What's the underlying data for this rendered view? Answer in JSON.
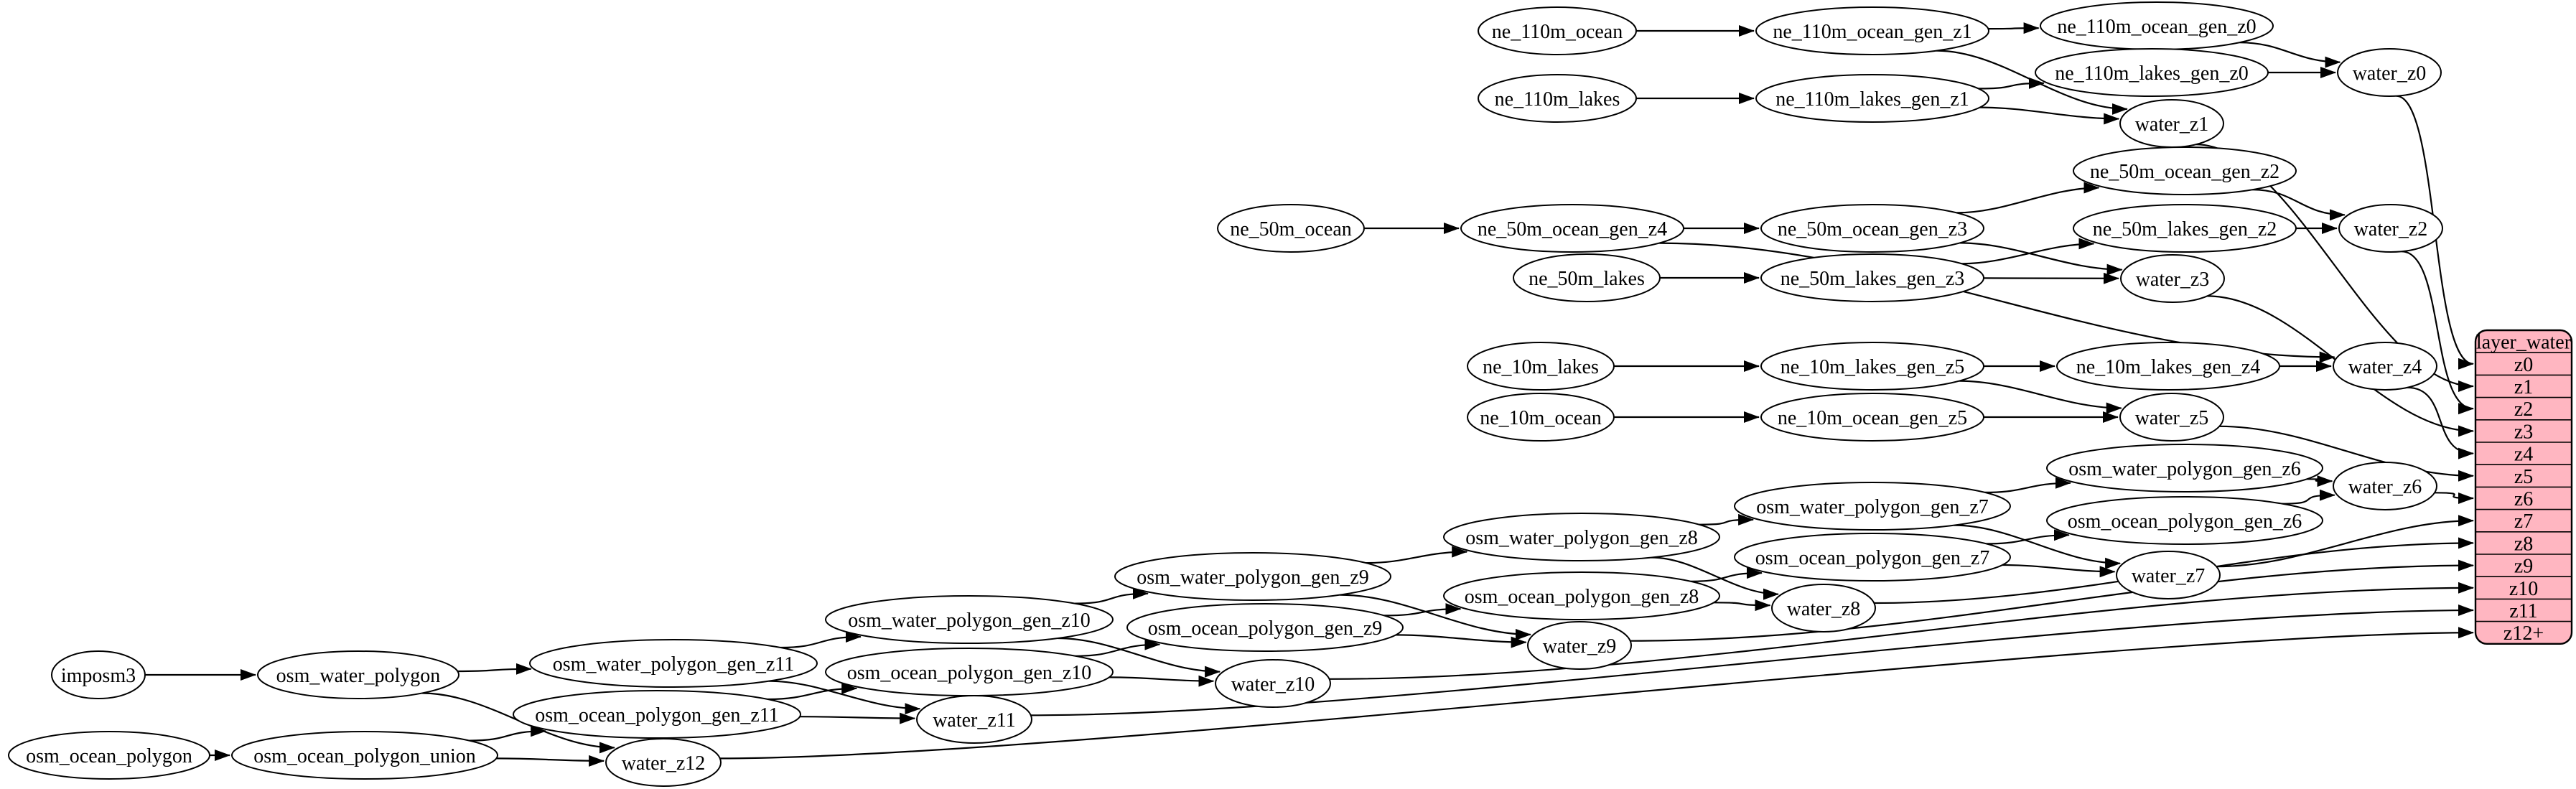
{
  "page": {
    "background": "#ffffff"
  },
  "graph": {
    "colors": {
      "node_fill": "#ffffff",
      "node_stroke": "#000000",
      "edge": "#000000",
      "table_fill": "#ffb6c1",
      "table_stroke": "#000000"
    },
    "nodes": [
      {
        "id": "ne_110m_ocean",
        "label": "ne_110m_ocean"
      },
      {
        "id": "ne_110m_ocean_gen_z1",
        "label": "ne_110m_ocean_gen_z1"
      },
      {
        "id": "ne_110m_ocean_gen_z0",
        "label": "ne_110m_ocean_gen_z0"
      },
      {
        "id": "ne_110m_lakes",
        "label": "ne_110m_lakes"
      },
      {
        "id": "ne_110m_lakes_gen_z1",
        "label": "ne_110m_lakes_gen_z1"
      },
      {
        "id": "ne_110m_lakes_gen_z0",
        "label": "ne_110m_lakes_gen_z0"
      },
      {
        "id": "water_z0",
        "label": "water_z0"
      },
      {
        "id": "water_z1",
        "label": "water_z1"
      },
      {
        "id": "ne_50m_ocean",
        "label": "ne_50m_ocean"
      },
      {
        "id": "ne_50m_ocean_gen_z4",
        "label": "ne_50m_ocean_gen_z4"
      },
      {
        "id": "ne_50m_ocean_gen_z3",
        "label": "ne_50m_ocean_gen_z3"
      },
      {
        "id": "ne_50m_ocean_gen_z2",
        "label": "ne_50m_ocean_gen_z2"
      },
      {
        "id": "ne_50m_lakes",
        "label": "ne_50m_lakes"
      },
      {
        "id": "ne_50m_lakes_gen_z3",
        "label": "ne_50m_lakes_gen_z3"
      },
      {
        "id": "ne_50m_lakes_gen_z2",
        "label": "ne_50m_lakes_gen_z2"
      },
      {
        "id": "water_z2",
        "label": "water_z2"
      },
      {
        "id": "water_z3",
        "label": "water_z3"
      },
      {
        "id": "water_z4",
        "label": "water_z4"
      },
      {
        "id": "ne_10m_lakes",
        "label": "ne_10m_lakes"
      },
      {
        "id": "ne_10m_lakes_gen_z5",
        "label": "ne_10m_lakes_gen_z5"
      },
      {
        "id": "ne_10m_lakes_gen_z4",
        "label": "ne_10m_lakes_gen_z4"
      },
      {
        "id": "ne_10m_ocean",
        "label": "ne_10m_ocean"
      },
      {
        "id": "ne_10m_ocean_gen_z5",
        "label": "ne_10m_ocean_gen_z5"
      },
      {
        "id": "water_z5",
        "label": "water_z5"
      },
      {
        "id": "osm_water_polygon_gen_z6",
        "label": "osm_water_polygon_gen_z6"
      },
      {
        "id": "osm_ocean_polygon_gen_z6",
        "label": "osm_ocean_polygon_gen_z6"
      },
      {
        "id": "water_z6",
        "label": "water_z6"
      },
      {
        "id": "osm_water_polygon_gen_z7",
        "label": "osm_water_polygon_gen_z7"
      },
      {
        "id": "osm_ocean_polygon_gen_z7",
        "label": "osm_ocean_polygon_gen_z7"
      },
      {
        "id": "water_z7",
        "label": "water_z7"
      },
      {
        "id": "osm_water_polygon_gen_z8",
        "label": "osm_water_polygon_gen_z8"
      },
      {
        "id": "osm_ocean_polygon_gen_z8",
        "label": "osm_ocean_polygon_gen_z8"
      },
      {
        "id": "water_z8",
        "label": "water_z8"
      },
      {
        "id": "osm_water_polygon_gen_z9",
        "label": "osm_water_polygon_gen_z9"
      },
      {
        "id": "osm_ocean_polygon_gen_z9",
        "label": "osm_ocean_polygon_gen_z9"
      },
      {
        "id": "water_z9",
        "label": "water_z9"
      },
      {
        "id": "osm_water_polygon_gen_z10",
        "label": "osm_water_polygon_gen_z10"
      },
      {
        "id": "osm_ocean_polygon_gen_z10",
        "label": "osm_ocean_polygon_gen_z10"
      },
      {
        "id": "water_z10",
        "label": "water_z10"
      },
      {
        "id": "osm_water_polygon_gen_z11",
        "label": "osm_water_polygon_gen_z11"
      },
      {
        "id": "osm_ocean_polygon_gen_z11",
        "label": "osm_ocean_polygon_gen_z11"
      },
      {
        "id": "water_z11",
        "label": "water_z11"
      },
      {
        "id": "imposm3",
        "label": "imposm3"
      },
      {
        "id": "osm_water_polygon",
        "label": "osm_water_polygon"
      },
      {
        "id": "osm_ocean_polygon",
        "label": "osm_ocean_polygon"
      },
      {
        "id": "osm_ocean_polygon_union",
        "label": "osm_ocean_polygon_union"
      },
      {
        "id": "water_z12",
        "label": "water_z12"
      }
    ],
    "table": {
      "id": "layer_water",
      "header": "layer_water",
      "rows": [
        "z0",
        "z1",
        "z2",
        "z3",
        "z4",
        "z5",
        "z6",
        "z7",
        "z8",
        "z9",
        "z10",
        "z11",
        "z12+"
      ]
    },
    "edges": [
      [
        "ne_110m_ocean",
        "ne_110m_ocean_gen_z1"
      ],
      [
        "ne_110m_ocean_gen_z1",
        "ne_110m_ocean_gen_z0"
      ],
      [
        "ne_110m_ocean_gen_z1",
        "water_z1"
      ],
      [
        "ne_110m_lakes",
        "ne_110m_lakes_gen_z1"
      ],
      [
        "ne_110m_lakes_gen_z1",
        "ne_110m_lakes_gen_z0"
      ],
      [
        "ne_110m_lakes_gen_z1",
        "water_z1"
      ],
      [
        "ne_110m_ocean_gen_z0",
        "water_z0"
      ],
      [
        "ne_110m_lakes_gen_z0",
        "water_z0"
      ],
      [
        "water_z0",
        "layer_water:z0"
      ],
      [
        "water_z1",
        "layer_water:z1"
      ],
      [
        "ne_50m_ocean",
        "ne_50m_ocean_gen_z4"
      ],
      [
        "ne_50m_ocean_gen_z4",
        "ne_50m_ocean_gen_z3"
      ],
      [
        "ne_50m_ocean_gen_z4",
        "water_z4"
      ],
      [
        "ne_50m_lakes",
        "ne_50m_lakes_gen_z3"
      ],
      [
        "ne_50m_ocean_gen_z3",
        "ne_50m_ocean_gen_z2"
      ],
      [
        "ne_50m_ocean_gen_z3",
        "water_z3"
      ],
      [
        "ne_50m_lakes_gen_z3",
        "ne_50m_lakes_gen_z2"
      ],
      [
        "ne_50m_lakes_gen_z3",
        "water_z3"
      ],
      [
        "ne_50m_ocean_gen_z2",
        "water_z2"
      ],
      [
        "ne_50m_lakes_gen_z2",
        "water_z2"
      ],
      [
        "water_z2",
        "layer_water:z2"
      ],
      [
        "water_z3",
        "layer_water:z3"
      ],
      [
        "water_z4",
        "layer_water:z4"
      ],
      [
        "ne_10m_lakes",
        "ne_10m_lakes_gen_z5"
      ],
      [
        "ne_10m_lakes_gen_z5",
        "ne_10m_lakes_gen_z4"
      ],
      [
        "ne_10m_lakes_gen_z5",
        "water_z5"
      ],
      [
        "ne_10m_lakes_gen_z4",
        "water_z4"
      ],
      [
        "ne_10m_ocean",
        "ne_10m_ocean_gen_z5"
      ],
      [
        "ne_10m_ocean_gen_z5",
        "water_z5"
      ],
      [
        "water_z5",
        "layer_water:z5"
      ],
      [
        "osm_water_polygon_gen_z6",
        "water_z6"
      ],
      [
        "osm_ocean_polygon_gen_z6",
        "water_z6"
      ],
      [
        "water_z6",
        "layer_water:z6"
      ],
      [
        "osm_water_polygon_gen_z7",
        "osm_water_polygon_gen_z6"
      ],
      [
        "osm_water_polygon_gen_z7",
        "water_z7"
      ],
      [
        "osm_ocean_polygon_gen_z7",
        "osm_ocean_polygon_gen_z6"
      ],
      [
        "osm_ocean_polygon_gen_z7",
        "water_z7"
      ],
      [
        "water_z7",
        "layer_water:z7"
      ],
      [
        "osm_water_polygon_gen_z8",
        "osm_water_polygon_gen_z7"
      ],
      [
        "osm_water_polygon_gen_z8",
        "water_z8"
      ],
      [
        "osm_ocean_polygon_gen_z8",
        "osm_ocean_polygon_gen_z7"
      ],
      [
        "osm_ocean_polygon_gen_z8",
        "water_z8"
      ],
      [
        "water_z8",
        "layer_water:z8"
      ],
      [
        "osm_water_polygon_gen_z9",
        "osm_water_polygon_gen_z8"
      ],
      [
        "osm_water_polygon_gen_z9",
        "water_z9"
      ],
      [
        "osm_ocean_polygon_gen_z9",
        "osm_ocean_polygon_gen_z8"
      ],
      [
        "osm_ocean_polygon_gen_z9",
        "water_z9"
      ],
      [
        "water_z9",
        "layer_water:z9"
      ],
      [
        "osm_water_polygon_gen_z10",
        "osm_water_polygon_gen_z9"
      ],
      [
        "osm_water_polygon_gen_z10",
        "water_z10"
      ],
      [
        "osm_ocean_polygon_gen_z10",
        "osm_ocean_polygon_gen_z9"
      ],
      [
        "osm_ocean_polygon_gen_z10",
        "water_z10"
      ],
      [
        "water_z10",
        "layer_water:z10"
      ],
      [
        "osm_water_polygon_gen_z11",
        "osm_water_polygon_gen_z10"
      ],
      [
        "osm_water_polygon_gen_z11",
        "water_z11"
      ],
      [
        "osm_ocean_polygon_gen_z11",
        "osm_ocean_polygon_gen_z10"
      ],
      [
        "osm_ocean_polygon_gen_z11",
        "water_z11"
      ],
      [
        "water_z11",
        "layer_water:z11"
      ],
      [
        "imposm3",
        "osm_water_polygon"
      ],
      [
        "osm_water_polygon",
        "osm_water_polygon_gen_z11"
      ],
      [
        "osm_water_polygon",
        "water_z12"
      ],
      [
        "osm_ocean_polygon",
        "osm_ocean_polygon_union"
      ],
      [
        "osm_ocean_polygon_union",
        "osm_ocean_polygon_gen_z11"
      ],
      [
        "osm_ocean_polygon_union",
        "water_z12"
      ],
      [
        "water_z12",
        "layer_water:z12+"
      ]
    ]
  }
}
